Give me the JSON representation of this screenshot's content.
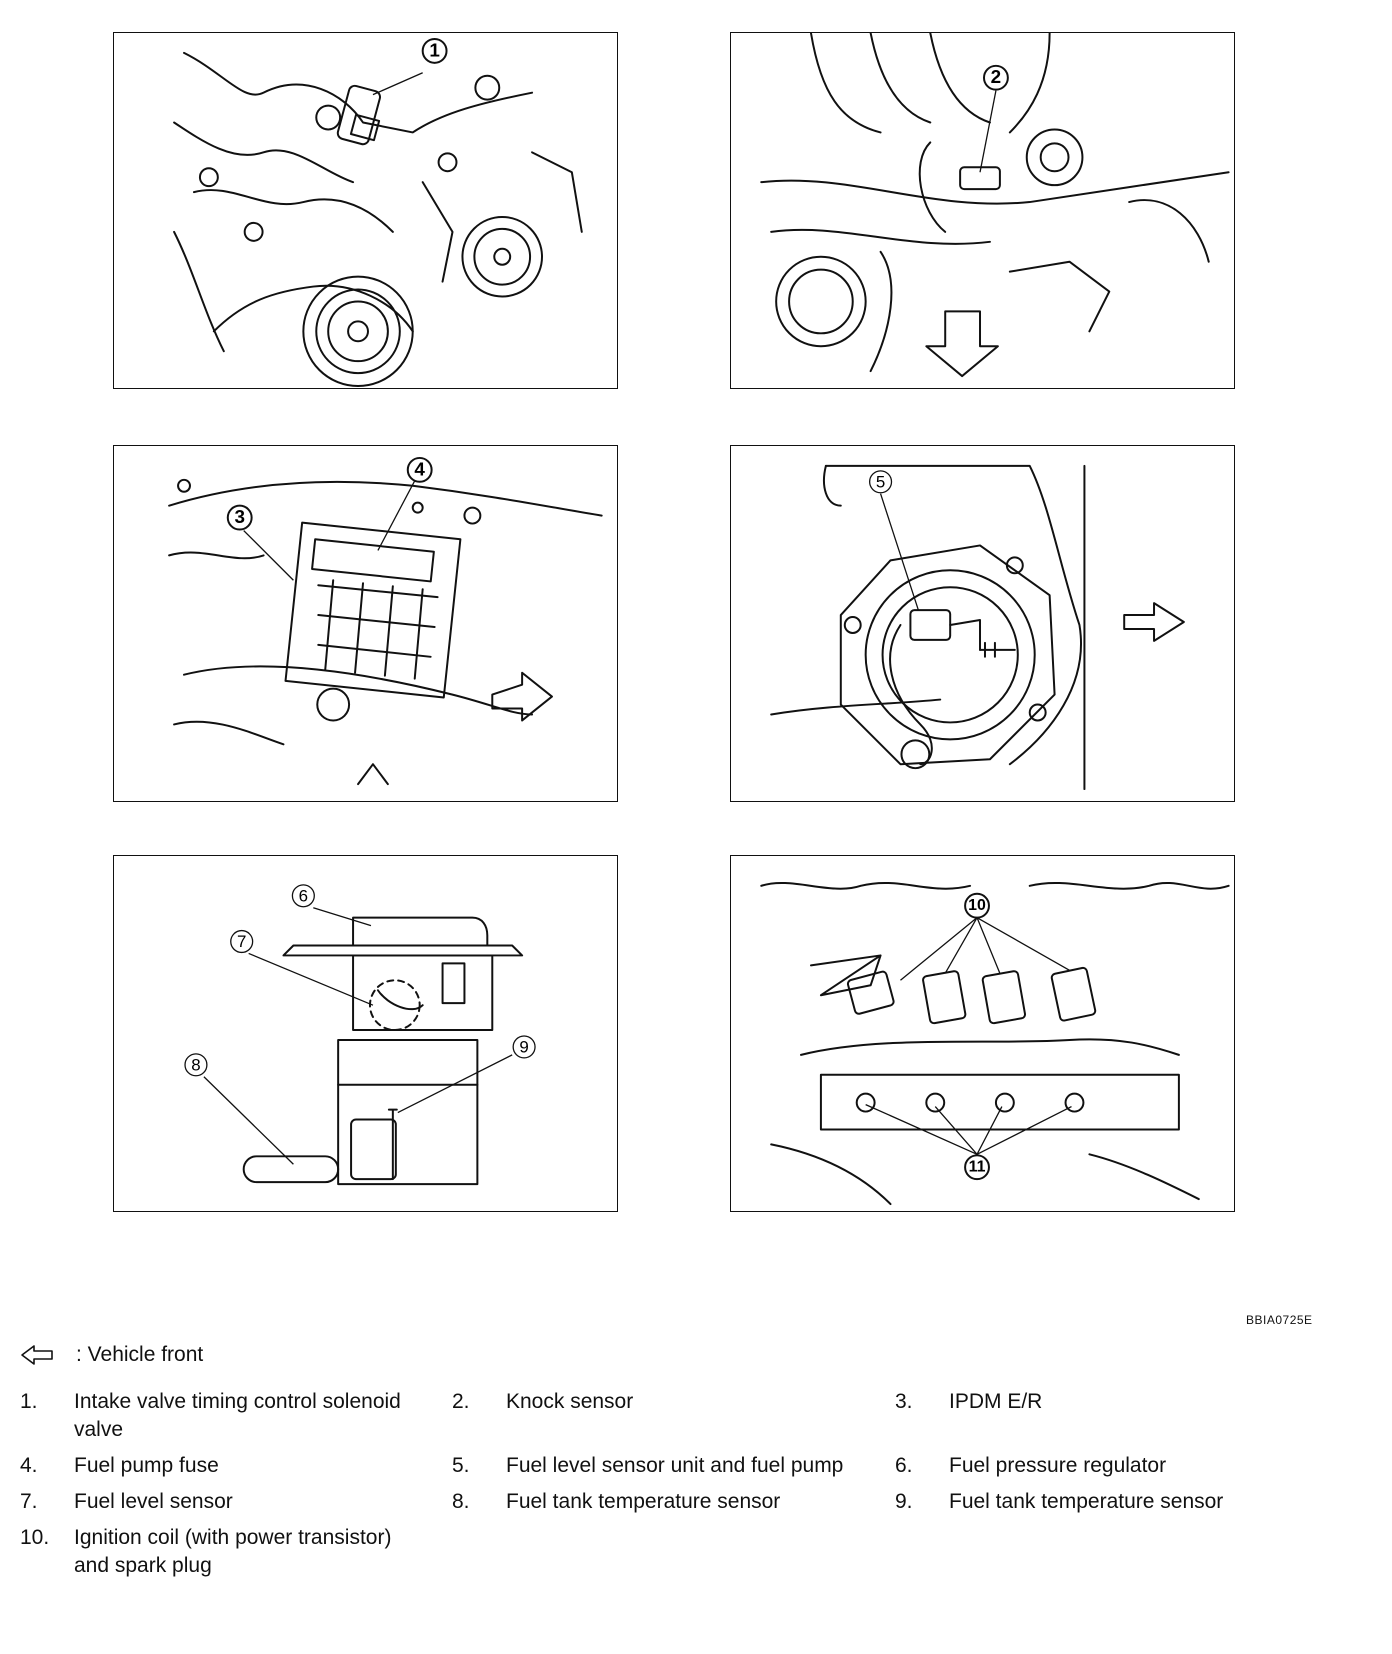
{
  "figure_code": "BBIA0725E",
  "callouts": {
    "p1": "1",
    "p2": "2",
    "p3a": "3",
    "p3b": "4",
    "p4": "5",
    "p5a": "6",
    "p5b": "7",
    "p5c": "8",
    "p5d": "9",
    "p6a": "10",
    "p6b": "11"
  },
  "vehicle_front": {
    "icon": "arrow-left-icon",
    "label": ": Vehicle front"
  },
  "legend": [
    [
      {
        "num": "1.",
        "text": "Intake valve timing control solenoid valve"
      },
      {
        "num": "2.",
        "text": "Knock sensor"
      },
      {
        "num": "3.",
        "text": "IPDM E/R"
      }
    ],
    [
      {
        "num": "4.",
        "text": "Fuel pump fuse"
      },
      {
        "num": "5.",
        "text": "Fuel level sensor unit and fuel pump"
      },
      {
        "num": "6.",
        "text": "Fuel pressure regulator"
      }
    ],
    [
      {
        "num": "7.",
        "text": "Fuel level sensor"
      },
      {
        "num": "8.",
        "text": "Fuel tank temperature sensor"
      },
      {
        "num": "9.",
        "text": "Fuel tank temperature sensor"
      }
    ],
    [
      {
        "num": "10.",
        "text": "Ignition coil (with power transistor) and spark plug"
      }
    ]
  ]
}
